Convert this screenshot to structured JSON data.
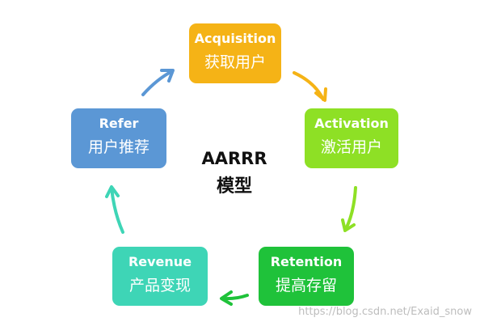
{
  "center": {
    "title_en": "AARRR",
    "title_cn": "模型"
  },
  "stages": {
    "acquisition": {
      "en": "Acquisition",
      "cn": "获取用户",
      "color": "#F5B316"
    },
    "activation": {
      "en": "Activation",
      "cn": "激活用户",
      "color": "#8EE025"
    },
    "retention": {
      "en": "Retention",
      "cn": "提高存留",
      "color": "#1FC23A"
    },
    "revenue": {
      "en": "Revenue",
      "cn": "产品变现",
      "color": "#3ED5B6"
    },
    "refer": {
      "en": "Refer",
      "cn": "用户推荐",
      "color": "#5B97D5"
    }
  },
  "arrows": {
    "acquisition_to_activation": {
      "color": "#F5B316"
    },
    "activation_to_retention": {
      "color": "#8EE025"
    },
    "retention_to_revenue": {
      "color": "#1FC23A"
    },
    "revenue_to_refer": {
      "color": "#3ED5B6"
    },
    "refer_to_acquisition": {
      "color": "#5B97D5"
    }
  },
  "watermark": "https://blog.csdn.net/Exaid_snow"
}
